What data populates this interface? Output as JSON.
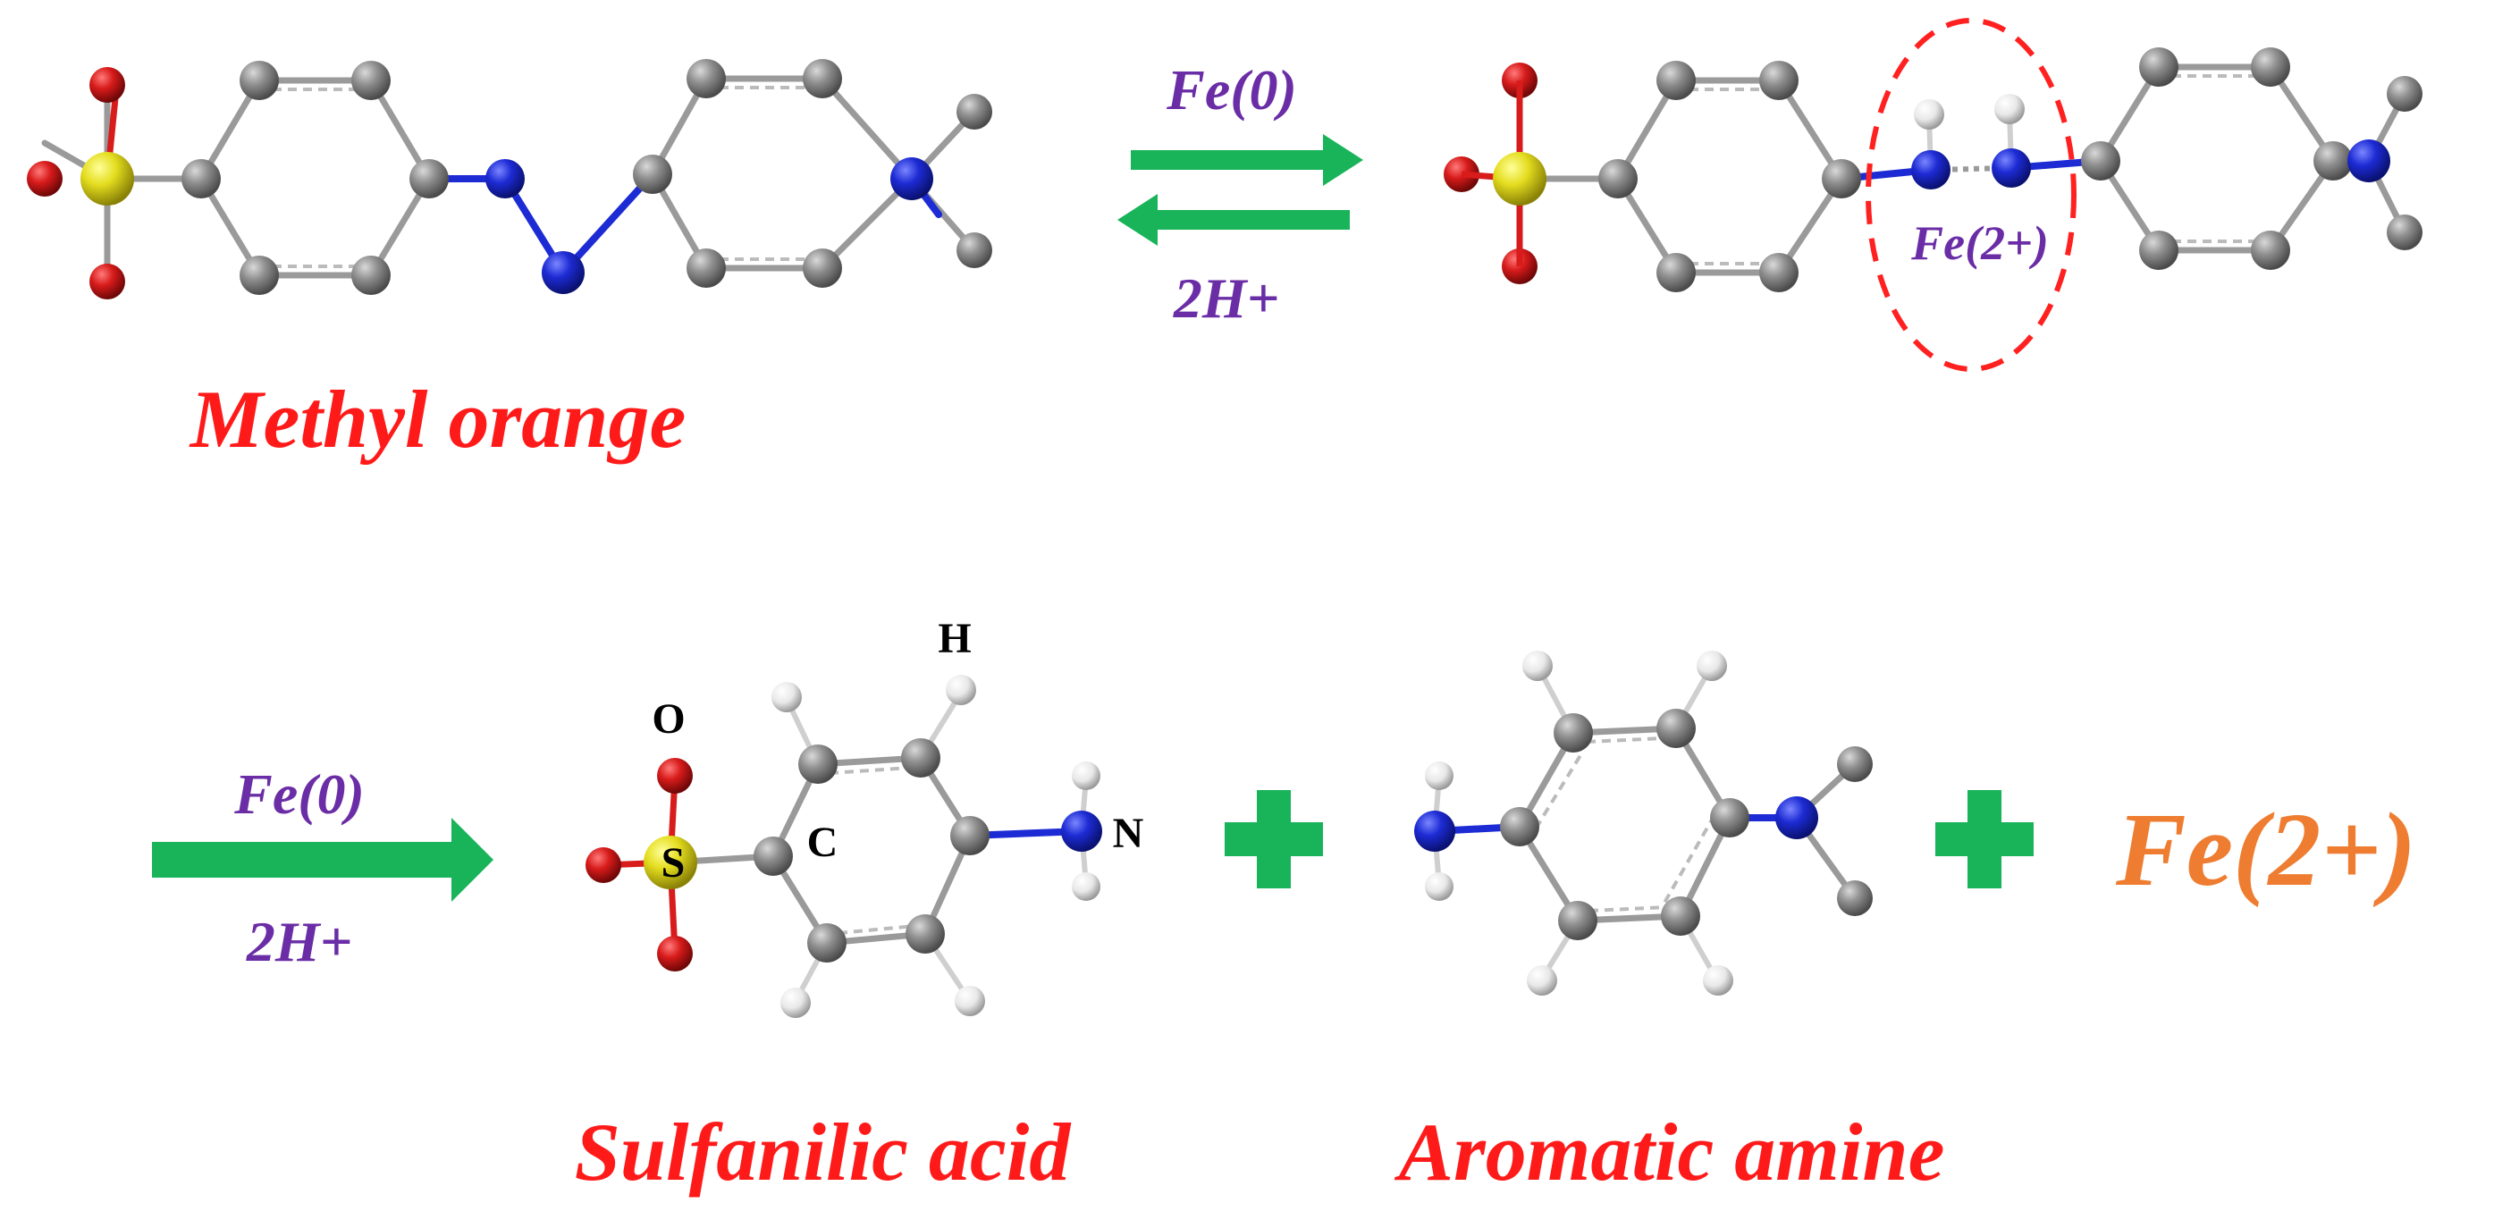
{
  "colors": {
    "carbon": "#8c8c8c",
    "nitrogen": "#1d2bd4",
    "oxygen": "#d81b1b",
    "sulfur": "#e4dd1f",
    "hydrogen": "#e6e6e6",
    "arrow": "#19b45a",
    "plus": "#19b45a",
    "reagent_text": "#6a2da6",
    "name_text": "#ff1a1a",
    "fe_product_text": "#ee7d31",
    "dashed_ellipse": "#ff2020"
  },
  "step1": {
    "forward_label": "Fe(0)",
    "reverse_label": "2H+",
    "reactant_name": "Methyl orange",
    "bridge_label": "Fe(2+)"
  },
  "step2": {
    "arrow_top_label": "Fe(0)",
    "arrow_bottom_label": "2H+",
    "product1_name": "Sulfanilic acid",
    "product2_name": "Aromatic amine",
    "product3": "Fe(2+)",
    "atom_labels": {
      "h": "H",
      "o": "O",
      "c": "C",
      "s": "S",
      "n": "N"
    }
  },
  "icons": {
    "forward_arrow": "right-arrow-icon",
    "reverse_arrow": "left-arrow-icon",
    "plus": "plus-icon",
    "atom": "sphere-icon"
  }
}
